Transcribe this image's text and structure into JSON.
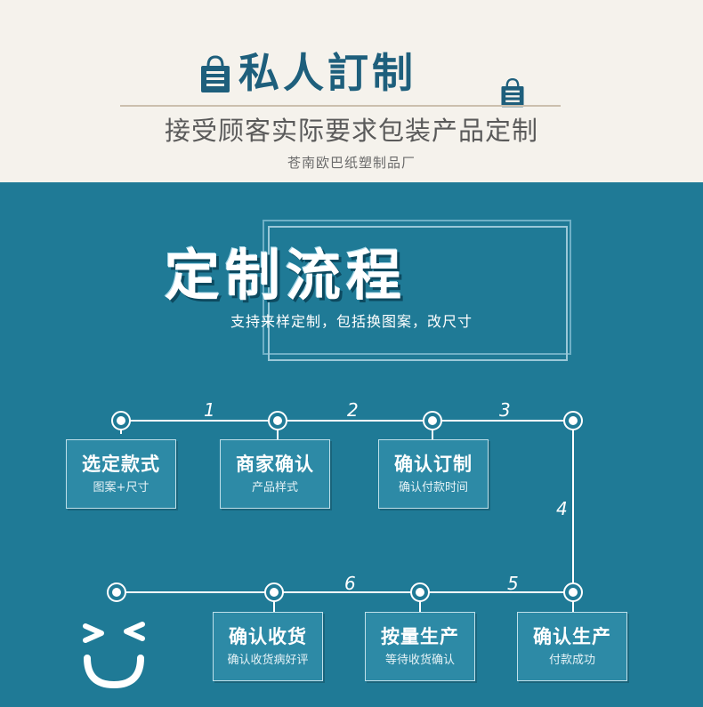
{
  "header": {
    "brand_title": "私人訂制",
    "subtitle": "接受顾客实际要求包装产品定制",
    "factory": "苍南欧巴纸塑制品厂"
  },
  "process": {
    "title": "定制流程",
    "subtitle": "支持来样定制，包括换图案，改尺寸"
  },
  "steps": [
    {
      "title": "选定款式",
      "sub": "图案+尺寸"
    },
    {
      "title": "商家确认",
      "sub": "产品样式"
    },
    {
      "title": "确认订制",
      "sub": "确认付款时间"
    },
    {
      "title": "确认收货",
      "sub": "确认收货病好评"
    },
    {
      "title": "按量生产",
      "sub": "等待收货确认"
    },
    {
      "title": "确认生产",
      "sub": "付款成功"
    }
  ],
  "numbers": [
    "1",
    "2",
    "3",
    "4",
    "5",
    "6"
  ],
  "colors": {
    "header_bg": "#f5f2ec",
    "main_bg": "#1f7a96",
    "brand_blue": "#1e5f7c",
    "line": "#ffffff"
  },
  "icons": [
    "shopping-bag-icon",
    "smiley-face-icon"
  ]
}
